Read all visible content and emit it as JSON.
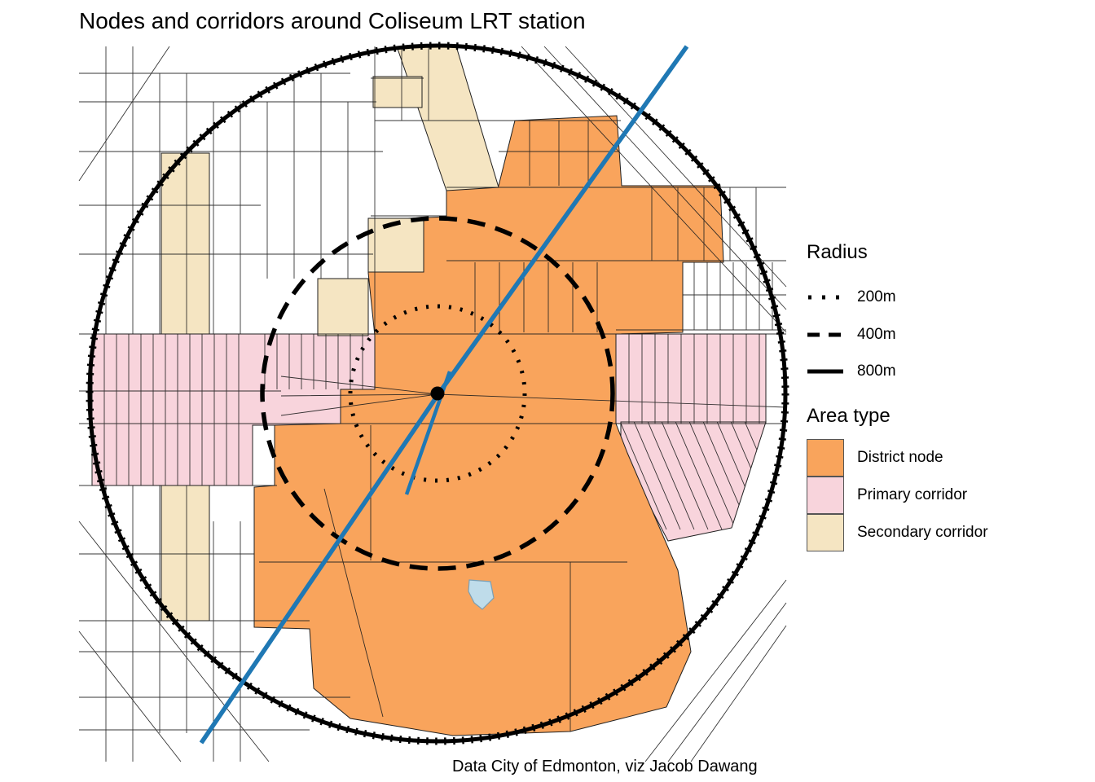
{
  "title": "Nodes and corridors around Coliseum LRT station",
  "caption": "Data City of Edmonton, viz Jacob Dawang",
  "legend": {
    "radius": {
      "heading": "Radius",
      "items": [
        {
          "label": "200m",
          "line_style": "dotted"
        },
        {
          "label": "400m",
          "line_style": "dashed"
        },
        {
          "label": "800m",
          "line_style": "solid"
        }
      ]
    },
    "area_type": {
      "heading": "Area type",
      "items": [
        {
          "label": "District node",
          "color": "#F9A45C"
        },
        {
          "label": "Primary corridor",
          "color": "#F8D4DC"
        },
        {
          "label": "Secondary corridor",
          "color": "#F5E5C2"
        }
      ]
    }
  },
  "map": {
    "colors": {
      "district_node": "#F9A45C",
      "primary_corridor": "#F8D4DC",
      "secondary_corridor": "#F5E5C2",
      "lrt_line": "#1F78B4",
      "rings": "#000000",
      "streets": "#1F1F1F",
      "pond": "#BFDCEA"
    }
  }
}
